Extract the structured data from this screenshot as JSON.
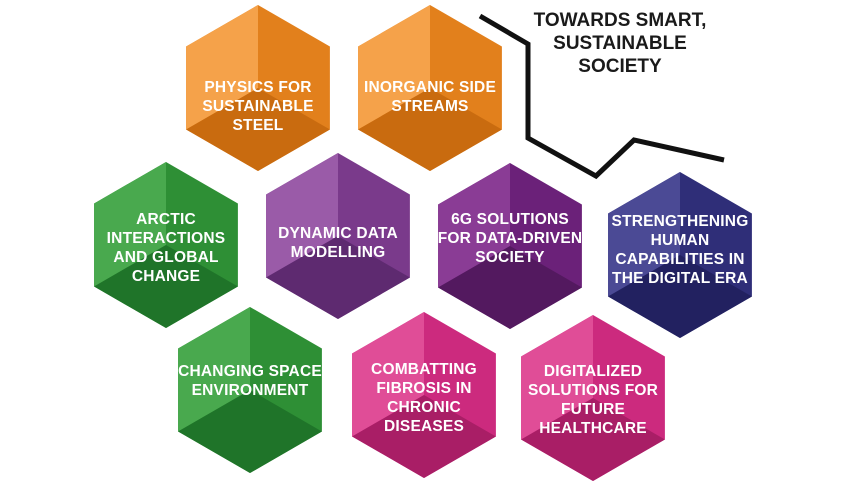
{
  "title": "TOWARDS SMART, SUSTAINABLE SOCIETY",
  "hexagons": [
    {
      "label": "PHYSICS FOR SUSTAINABLE STEEL",
      "color_light": "#F5A24A",
      "color_dark": "#E2801C",
      "color_shade": "#C96B0F"
    },
    {
      "label": "INORGANIC SIDE STREAMS",
      "color_light": "#F5A24A",
      "color_dark": "#E2801C",
      "color_shade": "#C96B0F"
    },
    {
      "label": "ARCTIC INTERACTIONS AND GLOBAL CHANGE",
      "color_light": "#49A94E",
      "color_dark": "#2E8F35",
      "color_shade": "#1F7429"
    },
    {
      "label": "DYNAMIC DATA MODELLING",
      "color_light": "#9A5BA8",
      "color_dark": "#7A3A8B",
      "color_shade": "#5E2A70"
    },
    {
      "label": "6G SOLUTIONS FOR DATA-DRIVEN SOCIETY",
      "color_light": "#8A3C95",
      "color_dark": "#6B2179",
      "color_shade": "#53195F"
    },
    {
      "label": "STRENGTHENING HUMAN CAPABILITIES IN THE DIGITAL ERA",
      "color_light": "#4B4A95",
      "color_dark": "#2F2E78",
      "color_shade": "#222160"
    },
    {
      "label": "CHANGING SPACE ENVIRONMENT",
      "color_light": "#49A94E",
      "color_dark": "#2E8F35",
      "color_shade": "#1F7429"
    },
    {
      "label": "COMBATTING FIBROSIS IN CHRONIC DISEASES",
      "color_light": "#E04D97",
      "color_dark": "#CC2A7E",
      "color_shade": "#A91E66"
    },
    {
      "label": "DIGITALIZED SOLUTIONS FOR FUTURE HEALTHCARE",
      "color_light": "#E04D97",
      "color_dark": "#CC2A7E",
      "color_shade": "#A91E66"
    }
  ]
}
